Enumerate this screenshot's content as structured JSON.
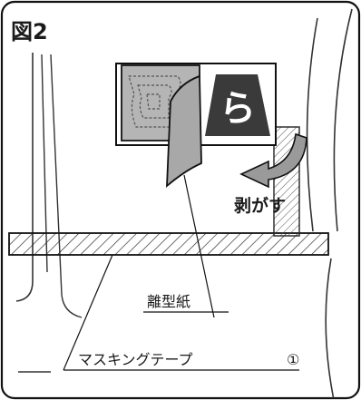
{
  "figure": {
    "title": "図2",
    "peel_label": "剥がす",
    "release_paper_label": "離型紙",
    "masking_tape_label": "マスキングテープ",
    "masking_tape_number": "①",
    "sticker_glyph": "ら"
  }
}
